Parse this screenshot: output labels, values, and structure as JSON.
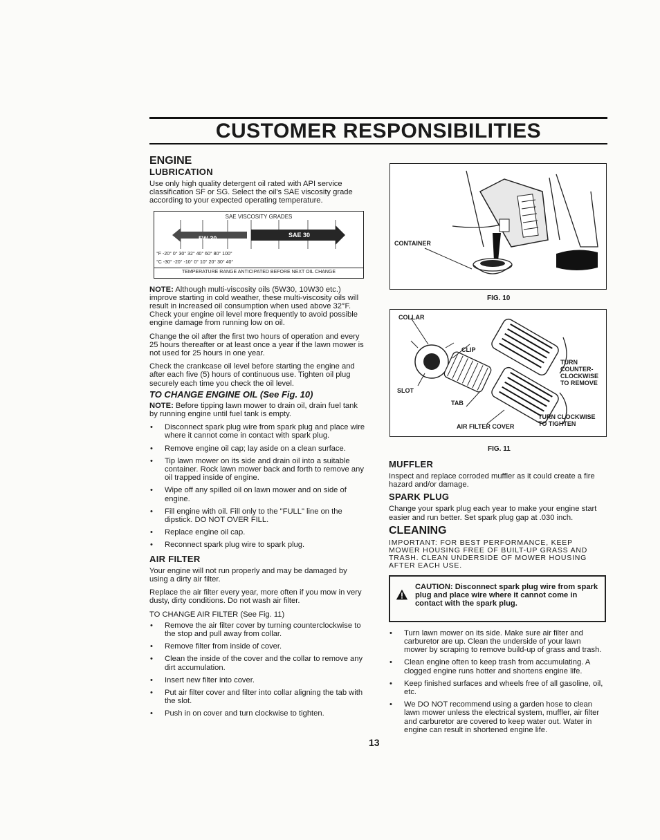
{
  "title": "CUSTOMER RESPONSIBILITIES",
  "engine": {
    "heading": "ENGINE",
    "lubrication_heading": "LUBRICATION",
    "lubrication_text": "Use only high quality detergent oil rated with API service classification SF or SG. Select the oil's SAE viscosity grade according to your expected operating temperature.",
    "viscosity_table": {
      "title": "SAE VISCOSITY GRADES",
      "grade_low": "5W-30",
      "grade_high": "SAE 30",
      "f_row": "°F  -20°       0°          30°  32°  40°         60°          80°       100°",
      "c_row": "°C  -30°       -20°      -10°       0°           10°          20°        30°    40°",
      "footer": "TEMPERATURE RANGE ANTICIPATED BEFORE NEXT OIL CHANGE"
    },
    "note1_label": "NOTE:",
    "note1": "Although multi-viscosity oils (5W30, 10W30 etc.) improve starting in cold weather, these multi-viscosity oils will result in increased oil consumption when used above 32°F. Check your engine oil level more frequently to avoid possible engine damage from running low on oil.",
    "para_change": "Change the oil after the first two hours of operation and every 25 hours thereafter or at least once a year if the lawn mower is not used for 25 hours in one year.",
    "para_check": "Check the crankcase oil level before starting the engine and after each five (5) hours of continuous use. Tighten oil plug securely each time you check the oil level.",
    "change_oil_heading": "TO CHANGE ENGINE OIL (See Fig. 10)",
    "note2_label": "NOTE:",
    "note2": "Before tipping lawn mower to drain oil, drain fuel tank by running engine until fuel tank is empty.",
    "oil_steps": [
      "Disconnect spark plug wire from spark plug and place wire where it cannot come in contact with spark plug.",
      "Remove engine oil cap; lay aside on a clean surface.",
      "Tip lawn mower on its side and drain oil into a suitable container. Rock lawn mower back and forth to remove any oil trapped inside of engine.",
      "Wipe off any spilled oil on lawn mower and on side of engine.",
      "Fill engine with oil. Fill only to the \"FULL\" line on the dipstick. DO NOT OVER FILL.",
      "Replace engine oil cap.",
      "Reconnect spark plug wire to spark plug."
    ],
    "air_filter_heading": "AIR FILTER",
    "air_filter_p1": "Your engine will not run properly and may be damaged by using a dirty air filter.",
    "air_filter_p2": "Replace the air filter every year, more often if you mow in very dusty, dirty conditions. Do not wash air filter.",
    "air_filter_p3": "TO CHANGE AIR FILTER (See Fig. 11)",
    "filter_steps": [
      "Remove the air filter cover by turning counterclockwise to the stop and pull away from collar.",
      "Remove filter from inside of cover.",
      "Clean the inside of the cover and the collar to remove any dirt accumulation.",
      "Insert new filter into cover.",
      "Put air filter cover and filter into collar aligning the tab with the slot.",
      "Push in on cover and turn clockwise to tighten."
    ]
  },
  "fig10": {
    "label_container": "CONTAINER",
    "caption": "FIG. 10"
  },
  "fig11": {
    "label_collar": "COLLAR",
    "label_clip": "CLIP",
    "label_slot": "SLOT",
    "label_tab": "TAB",
    "label_cover": "AIR FILTER COVER",
    "label_remove": "TURN COUNTER-CLOCKWISE TO REMOVE",
    "label_tighten": "TURN CLOCKWISE TO TIGHTEN",
    "caption": "FIG. 11"
  },
  "muffler": {
    "heading": "MUFFLER",
    "text": "Inspect and replace corroded muffler as it could create a fire hazard and/or damage."
  },
  "spark_plug": {
    "heading": "SPARK PLUG",
    "text": "Change your spark plug each year to make your engine start easier and run better. Set spark plug gap at .030 inch."
  },
  "cleaning": {
    "heading": "CLEANING",
    "important": "IMPORTANT: FOR BEST PERFORMANCE, KEEP MOWER HOUSING FREE OF BUILT-UP GRASS AND TRASH. CLEAN UNDERSIDE OF MOWER HOUSING AFTER EACH USE.",
    "caution": "CAUTION: Disconnect spark plug wire from spark plug and place wire where it cannot come in contact with the spark plug.",
    "steps": [
      "Turn lawn mower on its side. Make sure air filter and carburetor are up. Clean the underside of your lawn mower by scraping to remove build-up of grass and trash.",
      "Clean engine often to keep trash from accumulating. A clogged engine runs hotter and shortens engine life.",
      "Keep finished surfaces and wheels free of all gasoline, oil, etc.",
      "We DO NOT recommend using a garden hose to clean lawn mower unless the electrical system, muffler, air filter and carburetor are covered to keep water out. Water in engine can result in shortened engine life."
    ]
  },
  "page_number": "13"
}
